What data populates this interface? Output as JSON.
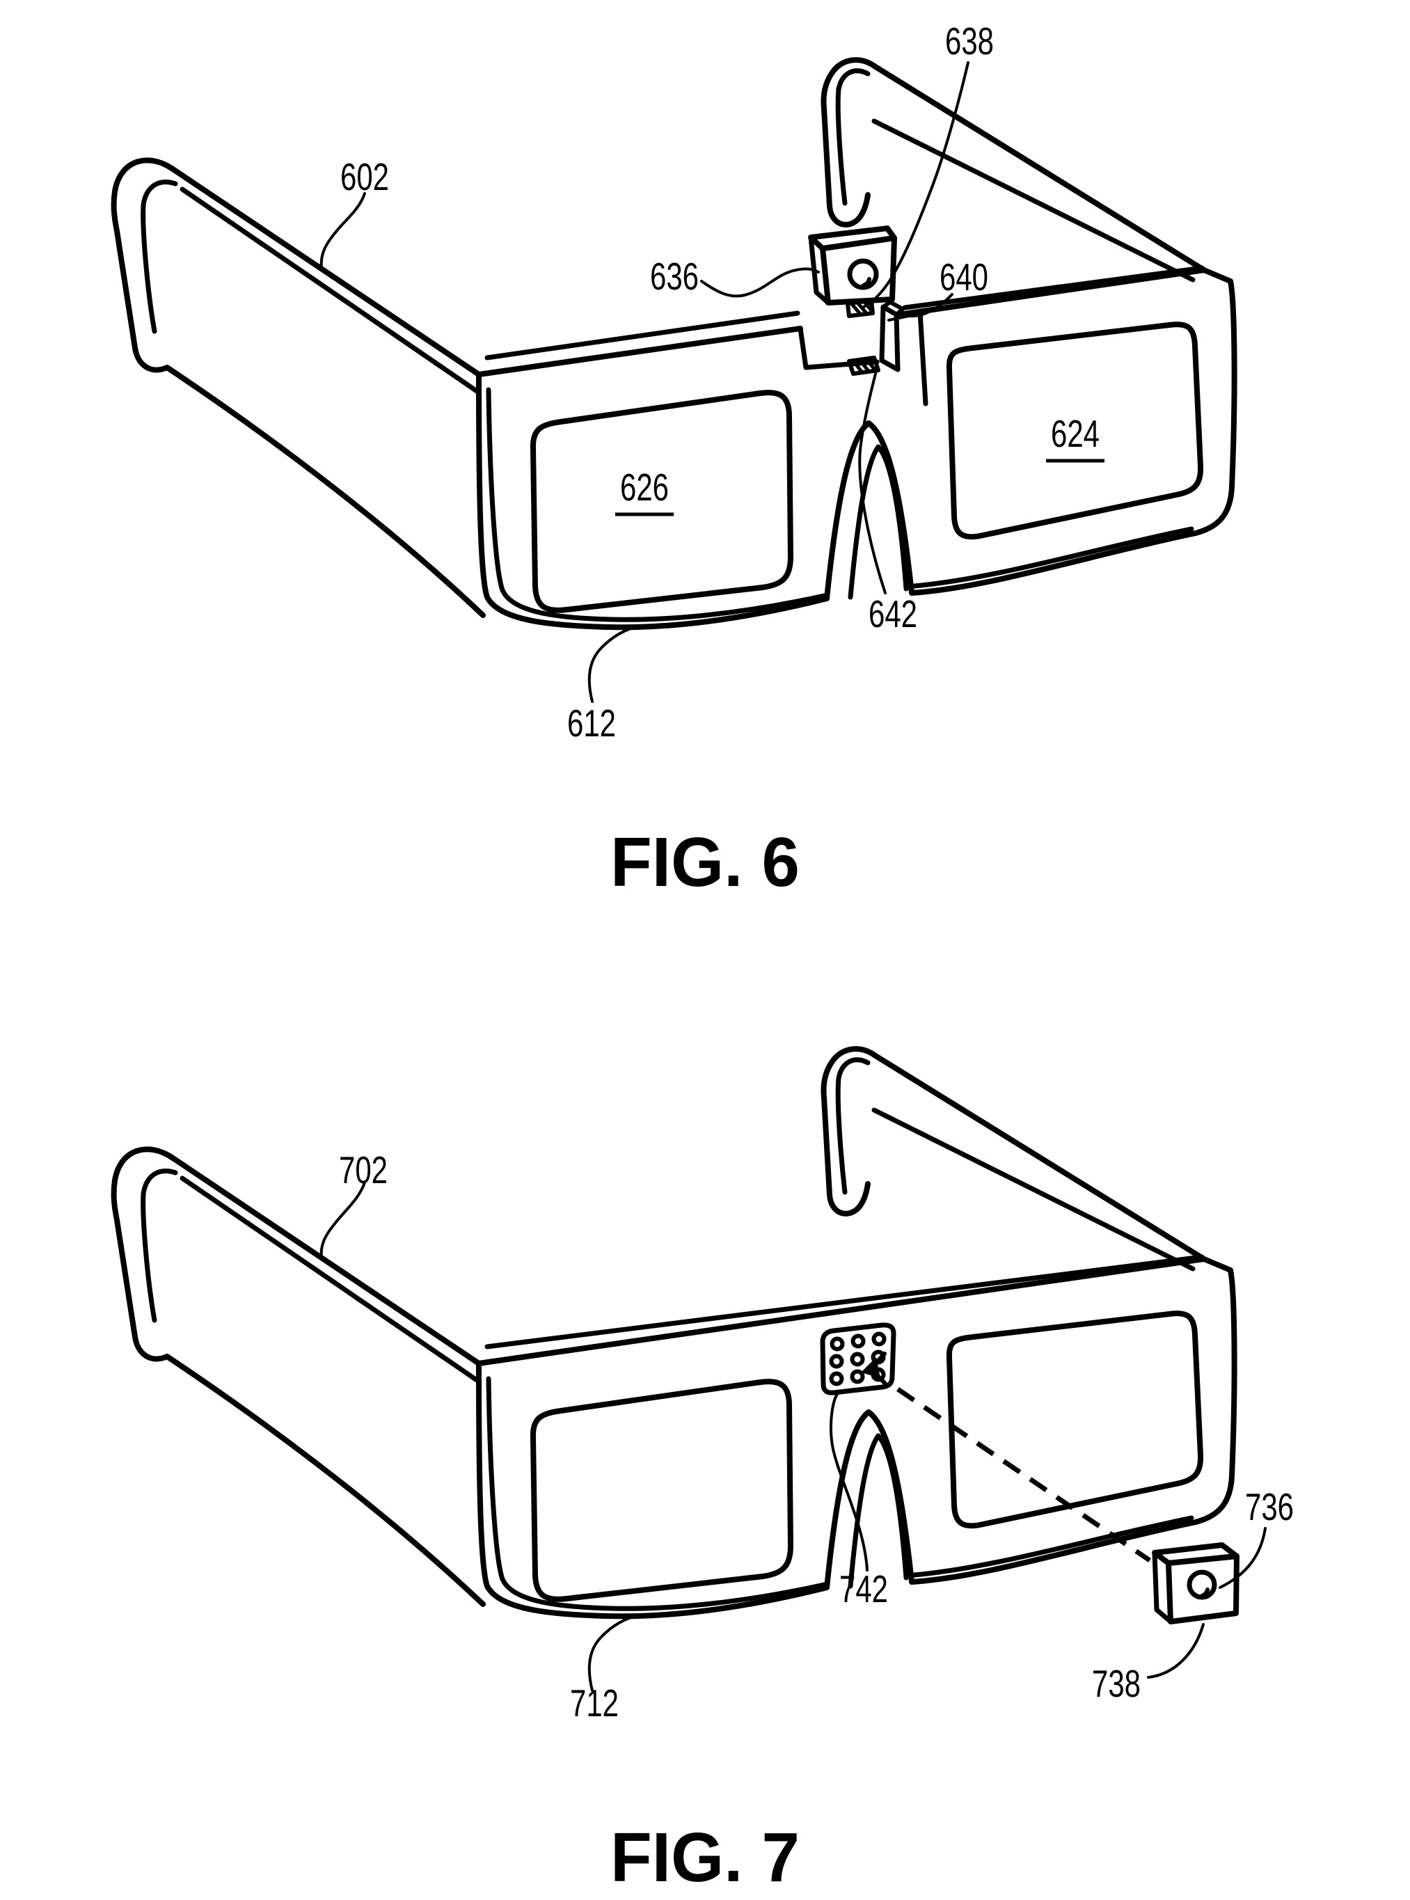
{
  "page": {
    "background": "#ffffff",
    "ink": "#000000"
  },
  "fig6": {
    "caption": "FIG. 6",
    "labels": {
      "l602": "602",
      "l612": "612",
      "l624": "624",
      "l626": "626",
      "l636": "636",
      "l638": "638",
      "l640": "640",
      "l642": "642"
    }
  },
  "fig7": {
    "caption": "FIG. 7",
    "labels": {
      "l702": "702",
      "l712": "712",
      "l736": "736",
      "l738": "738",
      "l742": "742"
    }
  }
}
